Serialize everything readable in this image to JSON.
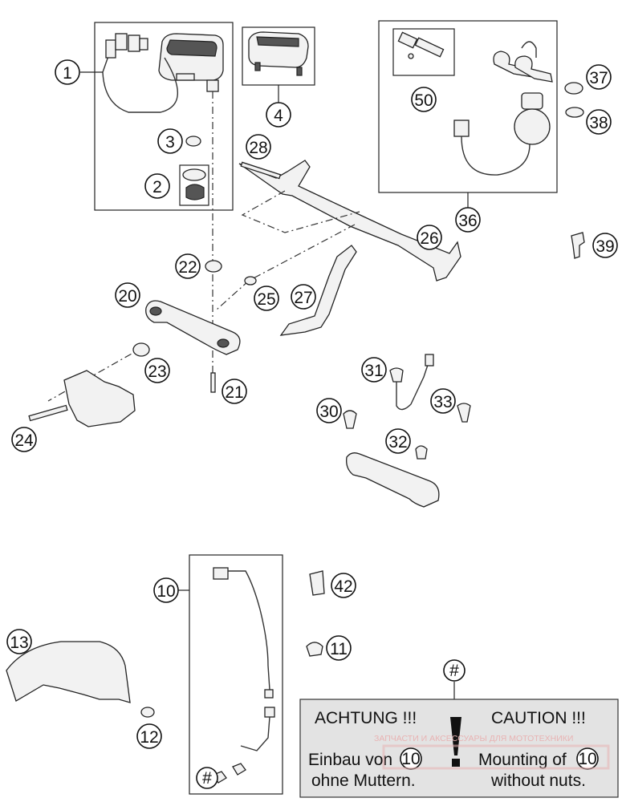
{
  "callouts": {
    "c1": "1",
    "c2": "2",
    "c3": "3",
    "c4": "4",
    "c10": "10",
    "c11": "11",
    "c12": "12",
    "c13": "13",
    "c20": "20",
    "c21": "21",
    "c22": "22",
    "c23": "23",
    "c24": "24",
    "c25": "25",
    "c26": "26",
    "c27": "27",
    "c28": "28",
    "c30": "30",
    "c31": "31",
    "c32": "32",
    "c33": "33",
    "c36": "36",
    "c37": "37",
    "c38": "38",
    "c39": "39",
    "c42": "42",
    "c50": "50",
    "hash_top": "#",
    "hash_bottom": "#"
  },
  "note": {
    "achtung": "ACHTUNG !!!",
    "caution": "CAUTION !!!",
    "exclamation": "!",
    "de_line1_pre": "Einbau von",
    "de_line1_ref": "10",
    "de_line2": "ohne Muttern.",
    "en_line1_pre": "Mounting of",
    "en_line1_ref": "10",
    "en_line2": "without nuts."
  },
  "watermark": {
    "caption": "ЗАПЧАСТИ И АКСЕССУАРЫ ДЛЯ МОТОТЕХНИКИ"
  }
}
